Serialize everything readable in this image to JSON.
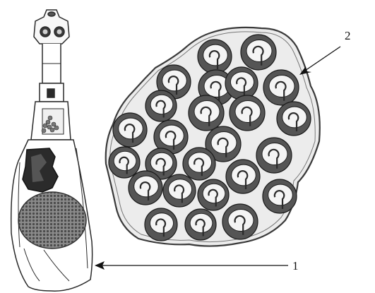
{
  "figure": {
    "callouts": [
      {
        "id": "callout-1",
        "text": "1"
      },
      {
        "id": "callout-2",
        "text": "2"
      }
    ],
    "colors": {
      "ink": "#1a1a1a",
      "outline": "#3a3a3a",
      "egg_shell": "#555555",
      "egg_inner": "#f4f4f4",
      "egg_hook": "#2a2a2a",
      "capsule_fill": "#ececec",
      "dark_tissue": "#2b2b2b",
      "egg_mass": "#6f6f6f",
      "background": "#ffffff"
    }
  }
}
